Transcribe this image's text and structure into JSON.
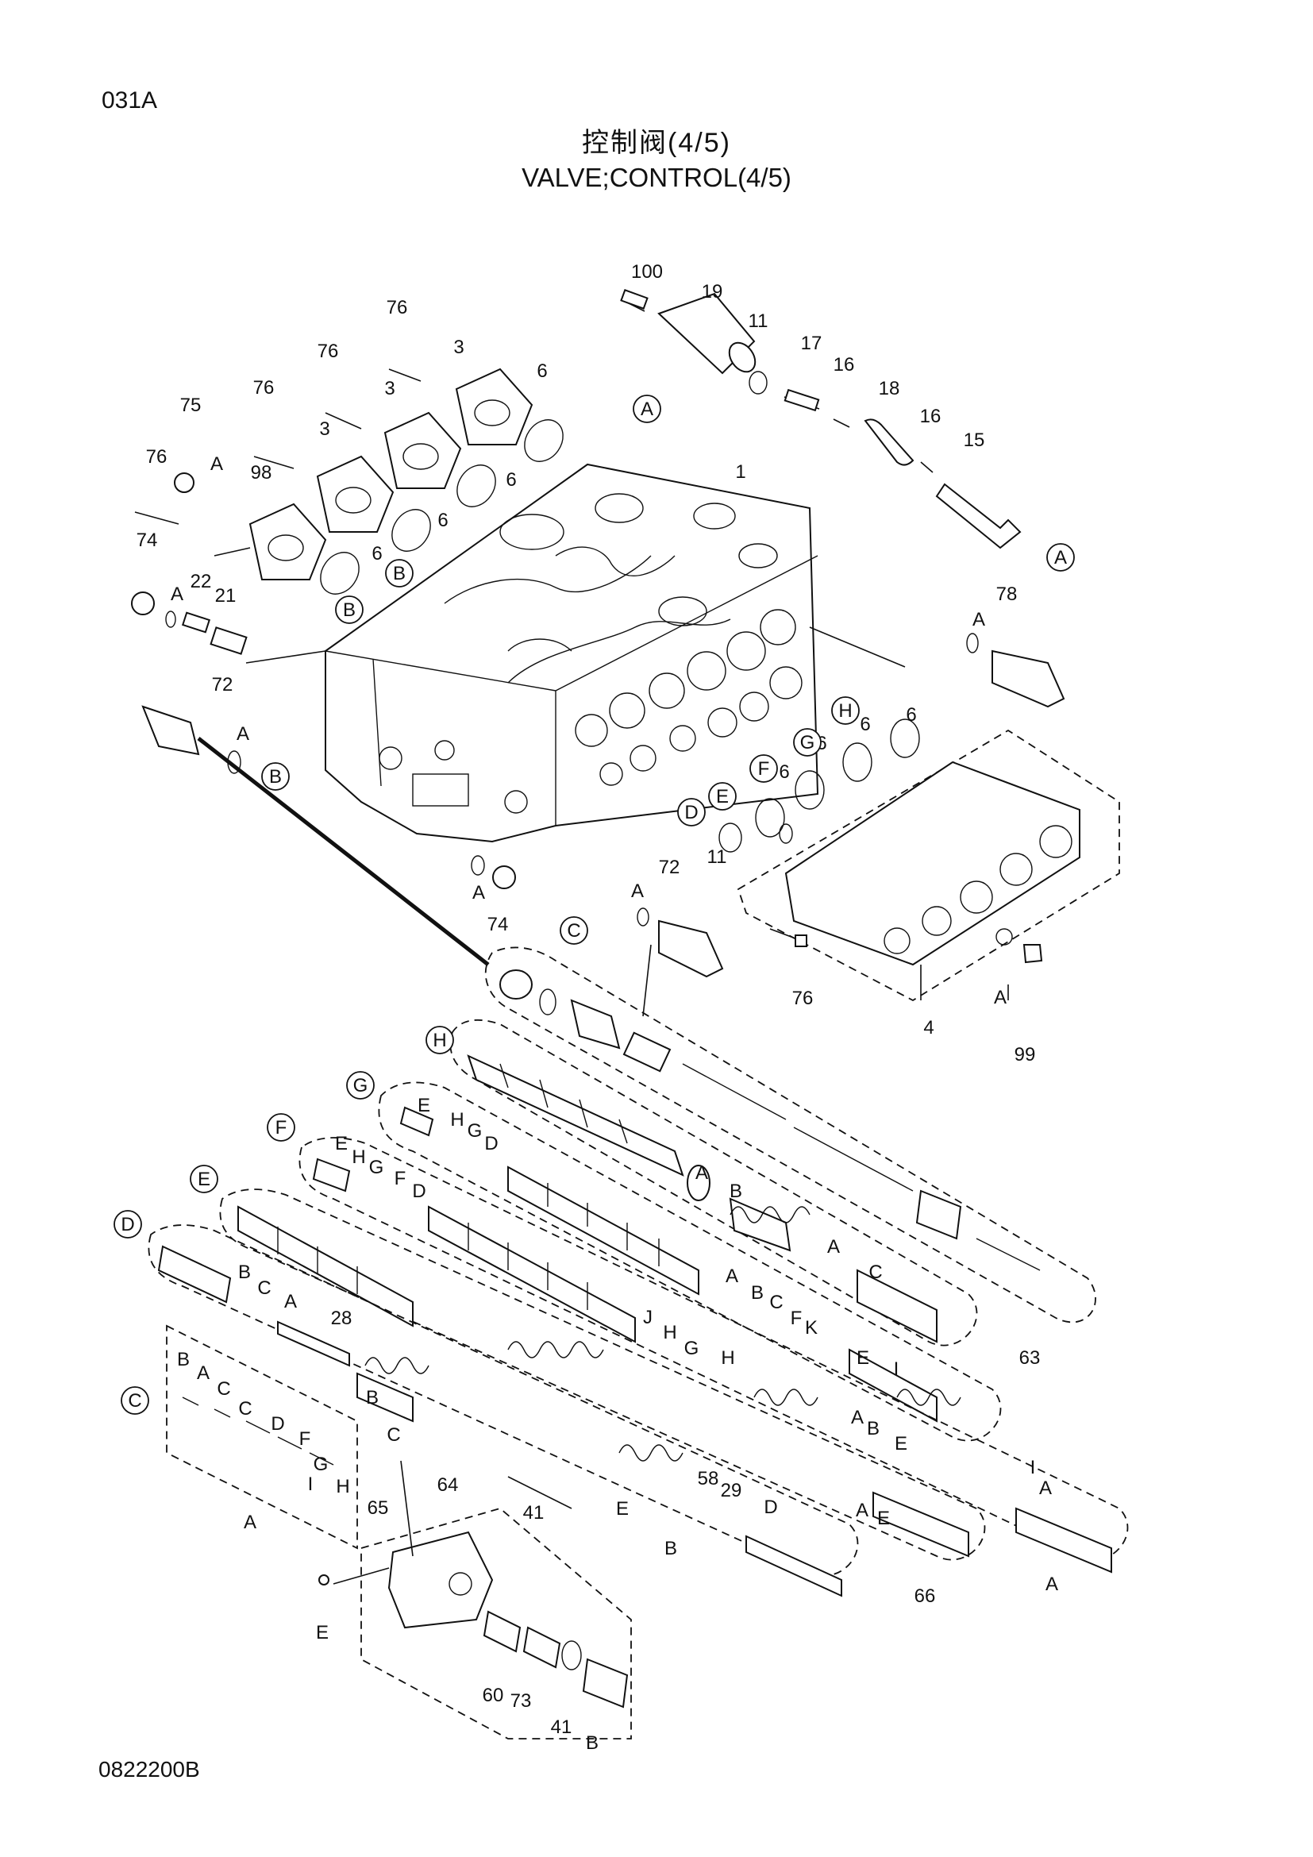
{
  "header": {
    "page_code": "031A",
    "title_cn": "控制阀(4/5)",
    "title_en": "VALVE;CONTROL(4/5)"
  },
  "footer": {
    "drawing_id": "0822200B"
  },
  "parts": [
    {
      "label": "100"
    },
    {
      "label": "19"
    },
    {
      "label": "11"
    },
    {
      "label": "17"
    },
    {
      "label": "16"
    },
    {
      "label": "18"
    },
    {
      "label": "16"
    },
    {
      "label": "15"
    },
    {
      "label": "76"
    },
    {
      "label": "3"
    },
    {
      "label": "76"
    },
    {
      "label": "3"
    },
    {
      "label": "6"
    },
    {
      "label": "76"
    },
    {
      "label": "3"
    },
    {
      "label": "75"
    },
    {
      "label": "A"
    },
    {
      "label": "76"
    },
    {
      "label": "98"
    },
    {
      "label": "6"
    },
    {
      "label": "6"
    },
    {
      "label": "6"
    },
    {
      "label": "1"
    },
    {
      "label": "74"
    },
    {
      "label": "A"
    },
    {
      "label": "22"
    },
    {
      "label": "21"
    },
    {
      "label": "78"
    },
    {
      "label": "A"
    },
    {
      "label": "72"
    },
    {
      "label": "A"
    },
    {
      "label": "6"
    },
    {
      "label": "6"
    },
    {
      "label": "6"
    },
    {
      "label": "6"
    },
    {
      "label": "11"
    },
    {
      "label": "A"
    },
    {
      "label": "74"
    },
    {
      "label": "72"
    },
    {
      "label": "A"
    },
    {
      "label": "76"
    },
    {
      "label": "4"
    },
    {
      "label": "A"
    },
    {
      "label": "99"
    },
    {
      "label": "E"
    },
    {
      "label": "H"
    },
    {
      "label": "G"
    },
    {
      "label": "D"
    },
    {
      "label": "E"
    },
    {
      "label": "H"
    },
    {
      "label": "G"
    },
    {
      "label": "F"
    },
    {
      "label": "D"
    },
    {
      "label": "A"
    },
    {
      "label": "B"
    },
    {
      "label": "A"
    },
    {
      "label": "C"
    },
    {
      "label": "63"
    },
    {
      "label": "B"
    },
    {
      "label": "C"
    },
    {
      "label": "A"
    },
    {
      "label": "28"
    },
    {
      "label": "A"
    },
    {
      "label": "B"
    },
    {
      "label": "C"
    },
    {
      "label": "F"
    },
    {
      "label": "K"
    },
    {
      "label": "J"
    },
    {
      "label": "H"
    },
    {
      "label": "G"
    },
    {
      "label": "H"
    },
    {
      "label": "E"
    },
    {
      "label": "I"
    },
    {
      "label": "A"
    },
    {
      "label": "B"
    },
    {
      "label": "E"
    },
    {
      "label": "I"
    },
    {
      "label": "A"
    },
    {
      "label": "B"
    },
    {
      "label": "A"
    },
    {
      "label": "C"
    },
    {
      "label": "C"
    },
    {
      "label": "D"
    },
    {
      "label": "F"
    },
    {
      "label": "G"
    },
    {
      "label": "I"
    },
    {
      "label": "H"
    },
    {
      "label": "A"
    },
    {
      "label": "B"
    },
    {
      "label": "E"
    },
    {
      "label": "58"
    },
    {
      "label": "29"
    },
    {
      "label": "D"
    },
    {
      "label": "B"
    },
    {
      "label": "A"
    },
    {
      "label": "E"
    },
    {
      "label": "66"
    },
    {
      "label": "A"
    },
    {
      "label": "C"
    },
    {
      "label": "65"
    },
    {
      "label": "64"
    },
    {
      "label": "41"
    },
    {
      "label": "E"
    },
    {
      "label": "60"
    },
    {
      "label": "73"
    },
    {
      "label": "41"
    },
    {
      "label": "B"
    },
    {
      "label": "A"
    },
    {
      "label": "D"
    },
    {
      "label": "C"
    }
  ],
  "callouts": [
    {
      "label": "A"
    },
    {
      "label": "A"
    },
    {
      "label": "B"
    },
    {
      "label": "B"
    },
    {
      "label": "B"
    },
    {
      "label": "H"
    },
    {
      "label": "G"
    },
    {
      "label": "F"
    },
    {
      "label": "E"
    },
    {
      "label": "D"
    },
    {
      "label": "C"
    },
    {
      "label": "H"
    },
    {
      "label": "G"
    },
    {
      "label": "F"
    },
    {
      "label": "E"
    },
    {
      "label": "D"
    },
    {
      "label": "C"
    }
  ]
}
